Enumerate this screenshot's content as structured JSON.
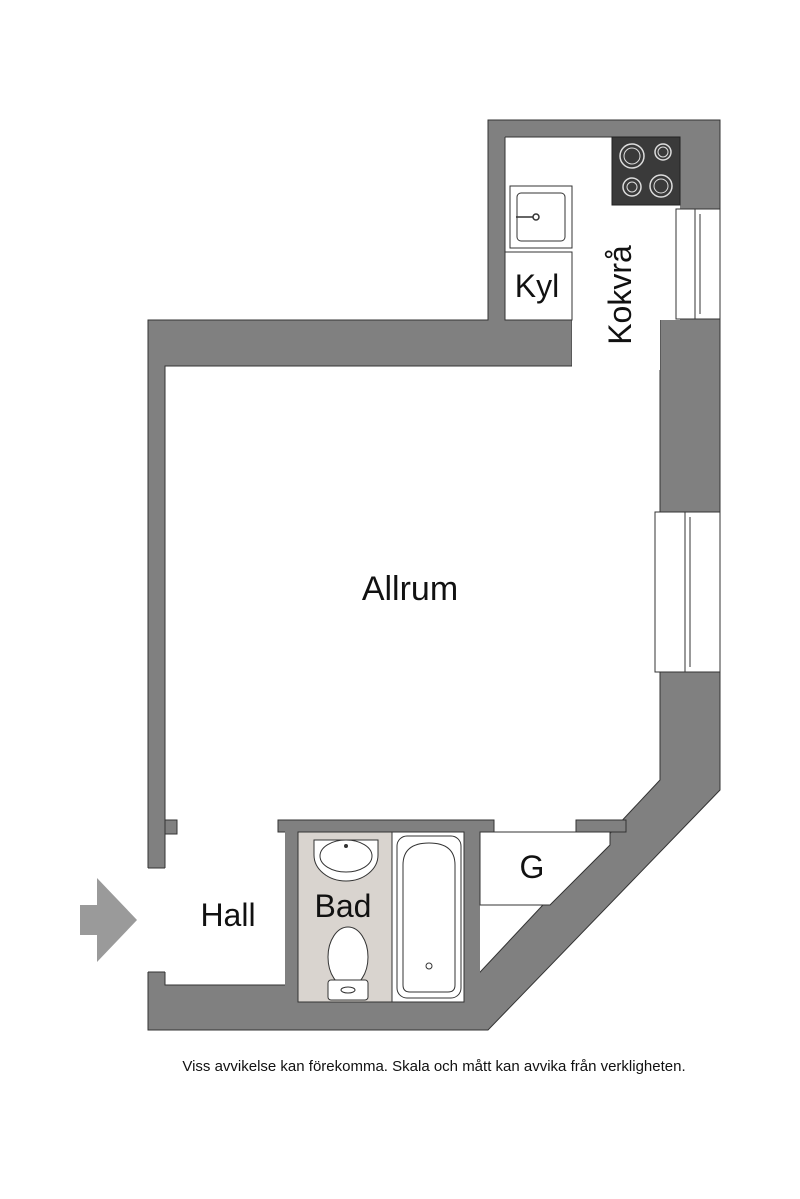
{
  "rooms": {
    "allrum": "Allrum",
    "hall": "Hall",
    "bad": "Bad",
    "kyl": "Kyl",
    "kokvra": "Kokvrå",
    "g": "G"
  },
  "disclaimer": "Viss avvikelse kan förekomma. Skala och mått kan avvika från verkligheten.",
  "colors": {
    "wall": "#808080",
    "floor": "#ffffff",
    "bathroom_floor": "#d9d4cf",
    "stove": "#3a3a3a",
    "entrance_arrow": "#9a9a9a"
  }
}
